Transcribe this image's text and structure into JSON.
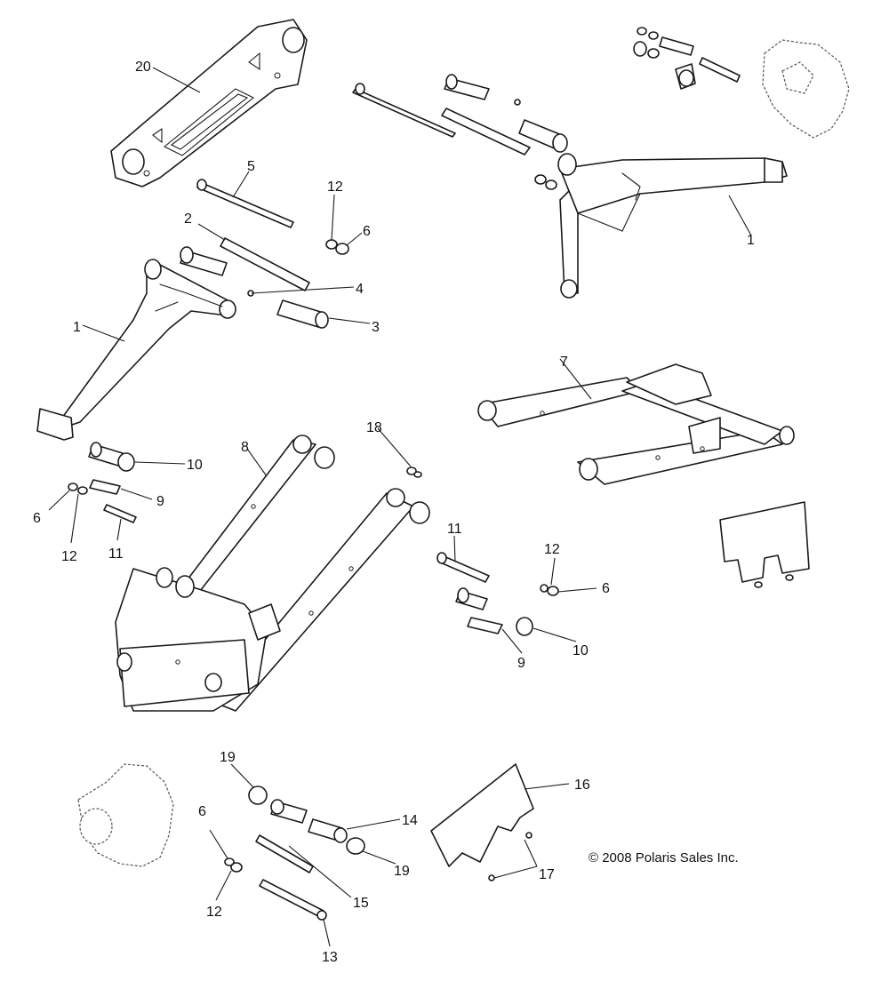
{
  "callouts": {
    "c20": "20",
    "c5": "5",
    "c12a": "12",
    "c6a": "6",
    "c2": "2",
    "c4": "4",
    "c3": "3",
    "c1a": "1",
    "c1b": "1",
    "c7": "7",
    "c8": "8",
    "c18": "18",
    "c10a": "10",
    "c9a": "9",
    "c6b": "6",
    "c12b": "12",
    "c11a": "11",
    "c11b": "11",
    "c12c": "12",
    "c6c": "6",
    "c9b": "9",
    "c10b": "10",
    "c19a": "19",
    "c14": "14",
    "c19b": "19",
    "c16": "16",
    "c17": "17",
    "c6d": "6",
    "c12d": "12",
    "c15": "15",
    "c13": "13"
  },
  "copyright": "© 2008 Polaris Sales Inc."
}
